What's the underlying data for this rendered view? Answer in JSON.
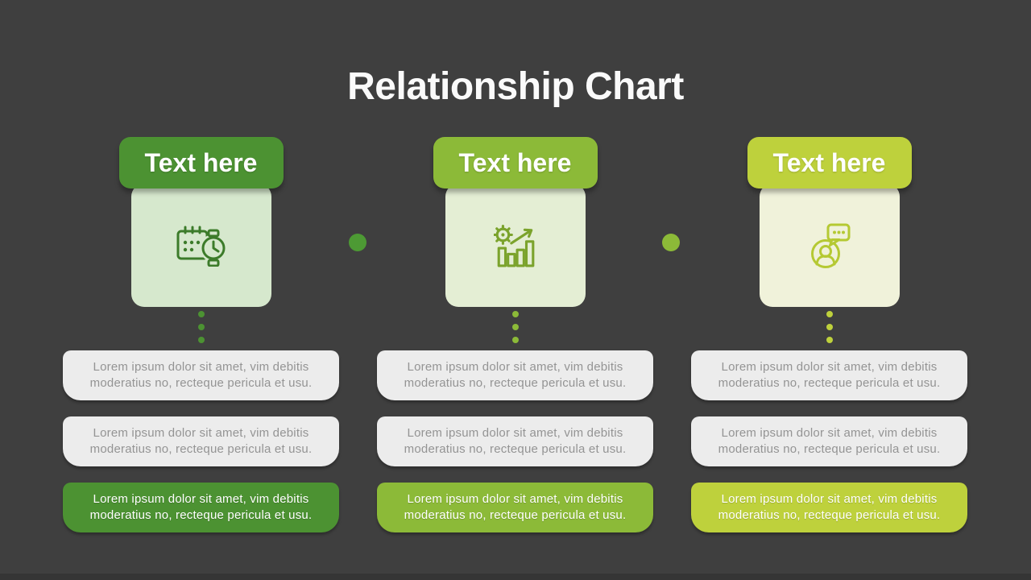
{
  "title": "Relationship Chart",
  "background_color": "#3f3f3f",
  "title_color": "#fafafa",
  "columns": [
    {
      "tab_label": "Text here",
      "accent_color": "#4c9232",
      "card_color": "#d6e8cd",
      "icon_color": "#3c7b2a",
      "icon": "calendar-clock-icon",
      "boxes": [
        {
          "variant": "gray",
          "lines": [
            "Lorem ipsum dolor sit amet, vim debitis",
            "moderatius no, recteque pericula et usu."
          ]
        },
        {
          "variant": "gray",
          "lines": [
            "Lorem ipsum dolor sit amet, vim debitis",
            "moderatius no, recteque pericula et usu."
          ]
        },
        {
          "variant": "accent",
          "lines": [
            "Lorem ipsum dolor sit amet, vim debitis",
            "moderatius no, recteque pericula et usu."
          ]
        }
      ]
    },
    {
      "tab_label": "Text here",
      "accent_color": "#8cba38",
      "card_color": "#e4eed4",
      "icon_color": "#7ba32c",
      "icon": "growth-gear-chart-icon",
      "boxes": [
        {
          "variant": "gray",
          "lines": [
            "Lorem ipsum dolor sit amet, vim debitis",
            "moderatius no, recteque pericula et usu."
          ]
        },
        {
          "variant": "gray",
          "lines": [
            "Lorem ipsum dolor sit amet, vim debitis",
            "moderatius no, recteque pericula et usu."
          ]
        },
        {
          "variant": "accent",
          "lines": [
            "Lorem ipsum dolor sit amet, vim debitis",
            "moderatius no, recteque pericula et usu."
          ]
        }
      ]
    },
    {
      "tab_label": "Text here",
      "accent_color": "#bed13c",
      "card_color": "#f0f2da",
      "icon_color": "#b5c933",
      "icon": "person-chat-icon",
      "boxes": [
        {
          "variant": "gray",
          "lines": [
            "Lorem ipsum dolor sit amet, vim debitis",
            "moderatius no, recteque pericula et usu."
          ]
        },
        {
          "variant": "gray",
          "lines": [
            "Lorem ipsum dolor sit amet, vim debitis",
            "moderatius no, recteque pericula et usu."
          ]
        },
        {
          "variant": "accent",
          "lines": [
            "Lorem ipsum dolor sit amet, vim debitis",
            "moderatius no, recteque pericula et usu."
          ]
        }
      ]
    }
  ],
  "connector_dots": [
    {
      "color": "#4d9a34"
    },
    {
      "color": "#8cba38"
    }
  ]
}
